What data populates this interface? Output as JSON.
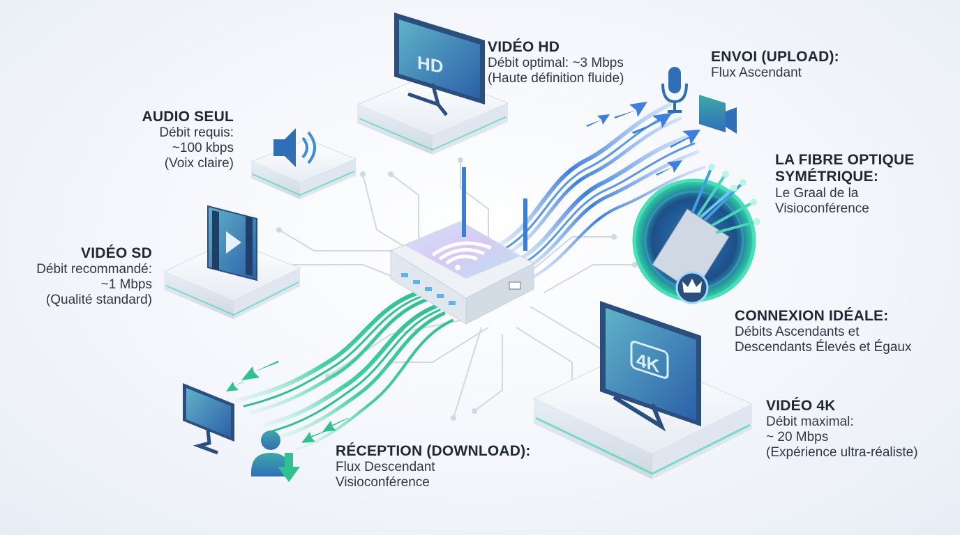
{
  "audio": {
    "title": "AUDIO SEUL",
    "lines": [
      "Débit requis:",
      "~100 kbps",
      "(Voix claire)"
    ]
  },
  "sd": {
    "title": "VIDÉO SD",
    "lines": [
      "Débit recommandé:",
      "~1 Mbps",
      "(Qualité standard)"
    ]
  },
  "hd": {
    "title": "VIDÉO HD",
    "lines": [
      "Débit optimal: ~3 Mbps",
      "(Haute définition fluide)"
    ],
    "screen_text": "HD"
  },
  "upload": {
    "title": "ENVOI (UPLOAD):",
    "lines": [
      "Flux Ascendant"
    ]
  },
  "fibre": {
    "title_lines": [
      "LA FIBRE OPTIQUE",
      "SYMÉTRIQUE:"
    ],
    "lines": [
      "Le Graal de la",
      "Visioconférence"
    ]
  },
  "ideal": {
    "title": "CONNEXION IDÉALE:",
    "lines": [
      "Débits Ascendants et",
      "Descendants Élevés et Égaux"
    ]
  },
  "video4k": {
    "title": "VIDÉO 4K",
    "lines": [
      "Débit maximal:",
      "~ 20 Mbps",
      "(Expérience ultra-réaliste)"
    ],
    "screen_text": "4K"
  },
  "download": {
    "title": "RÉCEPTION (DOWNLOAD):",
    "lines": [
      "Flux Descendant",
      "Visioconférence"
    ]
  },
  "colors": {
    "upload_flow": "#3d7fe0",
    "download_flow": "#2fc18f",
    "platform_glow": "#49d6b8",
    "screen": "#3a8fb5",
    "router_top": "#d9c8f5"
  },
  "icons": [
    "speaker-icon",
    "video-sd-icon",
    "hd-monitor-icon",
    "router-icon",
    "microphone-icon",
    "camera-icon",
    "fiber-optic-icon",
    "crown-icon",
    "monitor-4k-icon",
    "desktop-monitor-icon",
    "user-download-icon"
  ]
}
